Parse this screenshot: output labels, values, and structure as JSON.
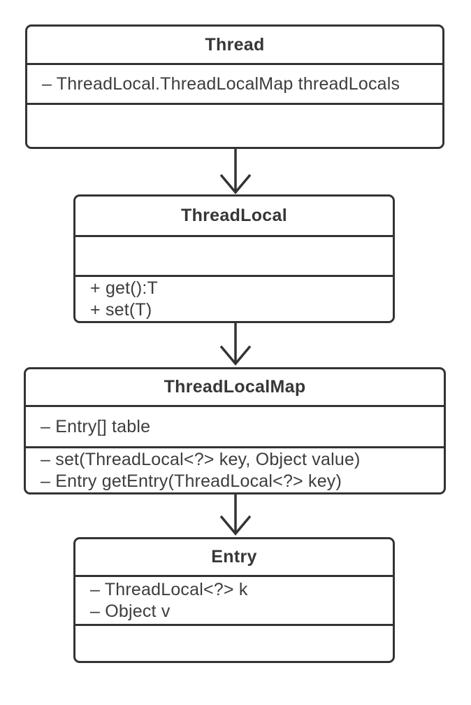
{
  "diagram": {
    "type": "uml-class-diagram",
    "colors": {
      "stroke": "#333333",
      "text": "#3d3d3d",
      "background": "#ffffff"
    },
    "classes": [
      {
        "name": "Thread",
        "attributes": [
          "– ThreadLocal.ThreadLocalMap threadLocals"
        ],
        "methods": []
      },
      {
        "name": "ThreadLocal",
        "attributes": [],
        "methods": [
          "+ get():T",
          "+ set(T)"
        ]
      },
      {
        "name": "ThreadLocalMap",
        "attributes": [
          "– Entry[] table"
        ],
        "methods": [
          "– set(ThreadLocal<?> key, Object value)",
          "– Entry getEntry(ThreadLocal<?> key)"
        ]
      },
      {
        "name": "Entry",
        "attributes": [
          "– ThreadLocal<?> k",
          "– Object v"
        ],
        "methods": []
      }
    ],
    "edges": [
      {
        "from": "Thread",
        "to": "ThreadLocal",
        "style": "open-arrow-down"
      },
      {
        "from": "ThreadLocal",
        "to": "ThreadLocalMap",
        "style": "open-arrow-down"
      },
      {
        "from": "ThreadLocalMap",
        "to": "Entry",
        "style": "open-arrow-down"
      }
    ]
  }
}
